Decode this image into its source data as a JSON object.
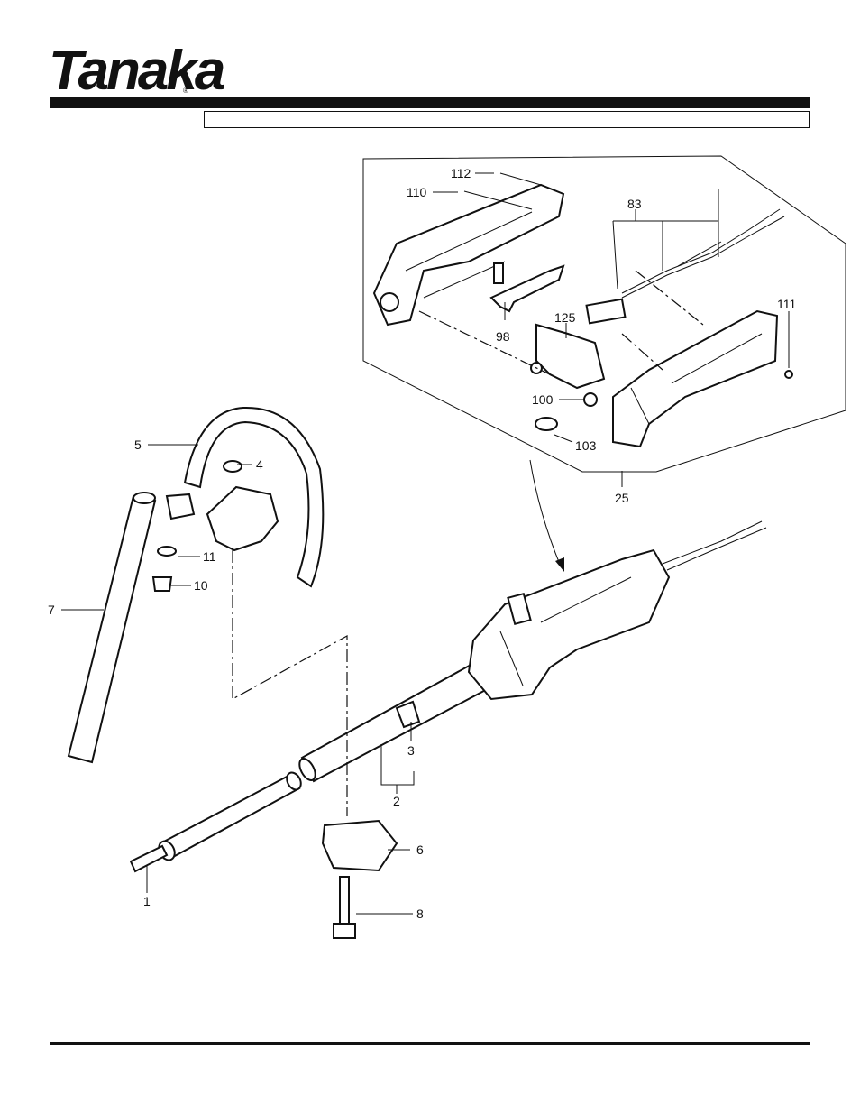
{
  "header": {
    "brand": "Tanaka",
    "registered_mark": "®",
    "title_box_text": ""
  },
  "callouts": [
    "112",
    "110",
    "83",
    "111",
    "125",
    "98",
    "100",
    "103",
    "25",
    "5",
    "4",
    "11",
    "10",
    "7",
    "3",
    "2",
    "6",
    "1",
    "8"
  ]
}
